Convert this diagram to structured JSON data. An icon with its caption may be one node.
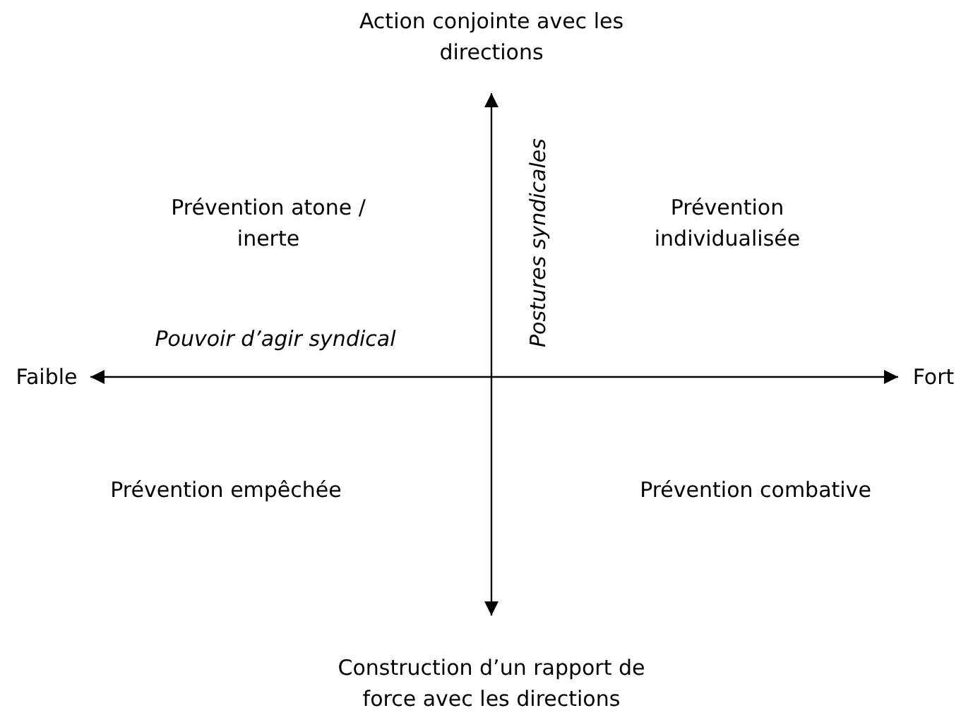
{
  "diagram": {
    "nodes": [
      {
        "text": [
          "Action conjointe avec les directions"
        ]
      },
      {
        "text": [
          "Faible"
        ]
      },
      {
        "text": [
          "Fort"
        ]
      },
      {
        "text": [
          "Construction d’un rapport de force avec les directions"
        ]
      }
    ],
    "edges": [
      {
        "from": 0,
        "to": 3,
        "arrow": "both"
      },
      {
        "from": 1,
        "to": 2,
        "arrow": "both"
      }
    ],
    "labels": [
      "Prévention atone / inerte",
      "Prévention individualisée",
      "Postures syndicales",
      "Pouvoir d’agir syndical",
      "Prévention empêchée",
      "Prévention combative"
    ]
  }
}
